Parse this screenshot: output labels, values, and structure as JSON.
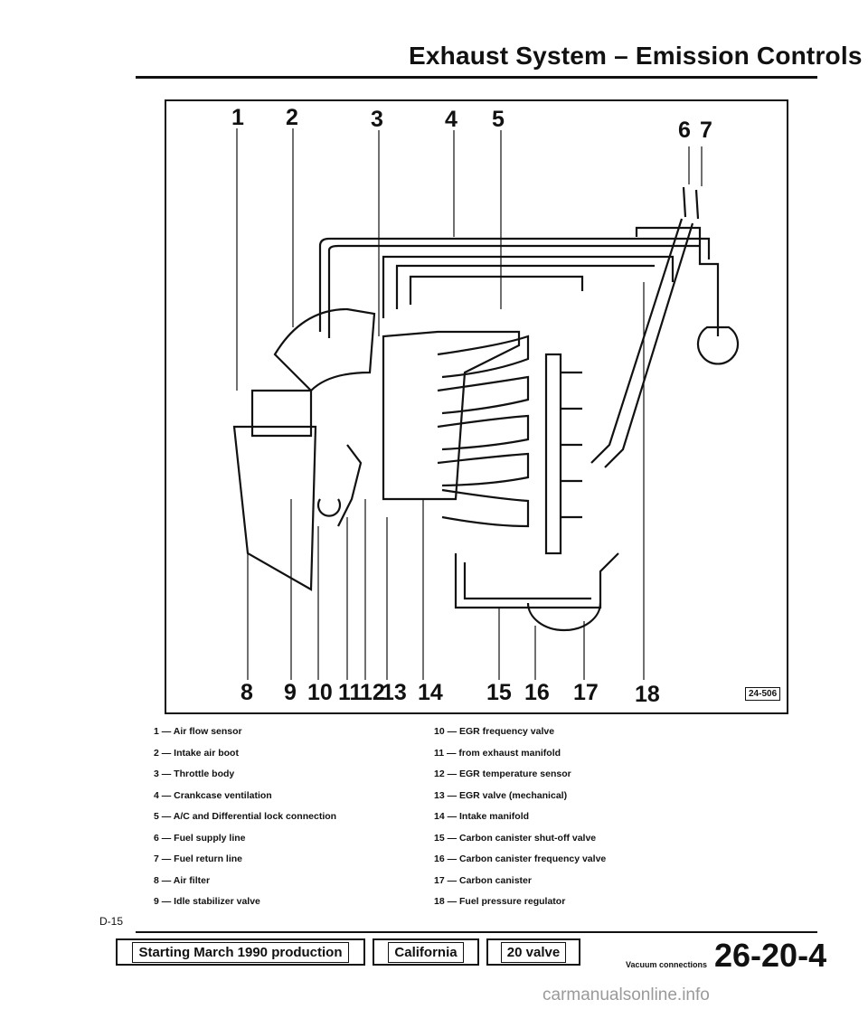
{
  "header": {
    "title": "Exhaust System – Emission Controls"
  },
  "figure": {
    "callouts_top": [
      "1",
      "2",
      "3",
      "4",
      "5",
      "6",
      "7"
    ],
    "callouts_bottom": [
      "8",
      "9",
      "10",
      "11",
      "12",
      "13",
      "14",
      "15",
      "16",
      "17",
      "18"
    ],
    "code": "24-506"
  },
  "legend": {
    "left": [
      "1 — Air flow sensor",
      "2 — Intake air boot",
      "3 — Throttle body",
      "4 — Crankcase ventilation",
      "5 — A/C and Differential lock connection",
      "6 — Fuel supply line",
      "7 — Fuel return line",
      "8 — Air filter",
      "9 — Idle stabilizer valve"
    ],
    "right": [
      "10 — EGR frequency valve",
      "11 — from exhaust manifold",
      "12 — EGR temperature sensor",
      "13 — EGR valve (mechanical)",
      "14 — Intake manifold",
      "15 — Carbon canister shut-off valve",
      "16 — Carbon canister frequency valve",
      "17 — Carbon canister",
      "18 — Fuel pressure regulator"
    ]
  },
  "page_label": "D-15",
  "footer": {
    "production": "Starting March 1990 production",
    "region": "California",
    "engine": "20 valve",
    "section": "Vacuum connections",
    "page_number": "26-20-4"
  },
  "watermark": "carmanualsonline.info"
}
